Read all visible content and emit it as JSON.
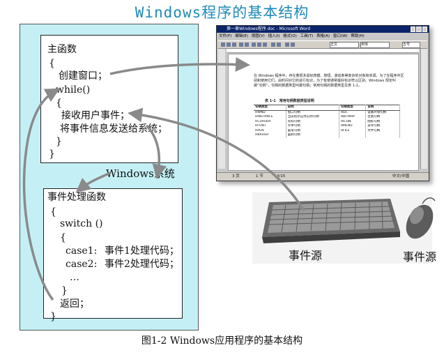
{
  "title": "Windows程序的基本结构",
  "main_func": {
    "lines": [
      "主函数",
      "{",
      "创建窗口；",
      "while()",
      "{",
      "接收用户事件；",
      "将事件信息发送给系统；",
      "}",
      "}"
    ]
  },
  "system_label": "Windows系统",
  "event_func": {
    "lines": [
      "事件处理函数",
      "{",
      "switch ()",
      "{",
      "case1:",
      "事件1处理代码；",
      "case2:",
      "事件2处理代码；",
      "…",
      "}",
      "返回；",
      "}"
    ]
  },
  "word_window": {
    "title": "第一章Windows程序.doc - Microsoft Word",
    "menu": [
      "文件(F)",
      "编辑(E)",
      "视图(V)",
      "插入(I)",
      "格式(O)",
      "工具(T)",
      "表格(A)",
      "窗口(W)",
      "帮助(H)"
    ],
    "style_box": "正文",
    "font_box": "宋体",
    "size_box": "五号",
    "paragraph": "在 Windows 程序中，存在着很多鼠标按键、按钮、滚动条等复杂的对象和资源。为了在程序中区别和使用它们，由时间对它的进行标识，为了有使通常最好标识符以区别。Windows 规定叫做“句柄”，句柄的数据类型叫做句柄；常用句柄的数据类型见表 1-1。",
    "table_caption": "表 1-1　常用句柄数据类型说明",
    "table_headers": [
      "句柄类型",
      "说明",
      "句柄类型",
      "说明"
    ],
    "table_rows": [
      [
        "HWND",
        "窗口句柄",
        "HDC",
        "设备环境句柄"
      ],
      [
        "HINSTANCE",
        "当前程序应用实例句柄",
        "HBITMAP",
        "位图句柄"
      ],
      [
        "HCURSOR",
        "光标句柄",
        "HICON",
        "图标句柄"
      ],
      [
        "HFONT",
        "字体句柄",
        "HMENU",
        "菜单句柄"
      ],
      [
        "HPEN",
        "画笔句柄",
        "HFILE",
        "文件句柄"
      ],
      [
        "HBRUSH",
        "画刷句柄",
        "",
        ""
      ]
    ],
    "status": [
      "3 页",
      "1 节",
      "3/15",
      "中文(中国"
    ]
  },
  "sources": {
    "keyboard_label": "事件源",
    "mouse_label": "事件源"
  },
  "caption": "图1-2 Windows应用程序的基本结构",
  "colors": {
    "title": "#1e8ab8",
    "panel": "#c4f0f5",
    "arrow": "#8a8a8a"
  }
}
